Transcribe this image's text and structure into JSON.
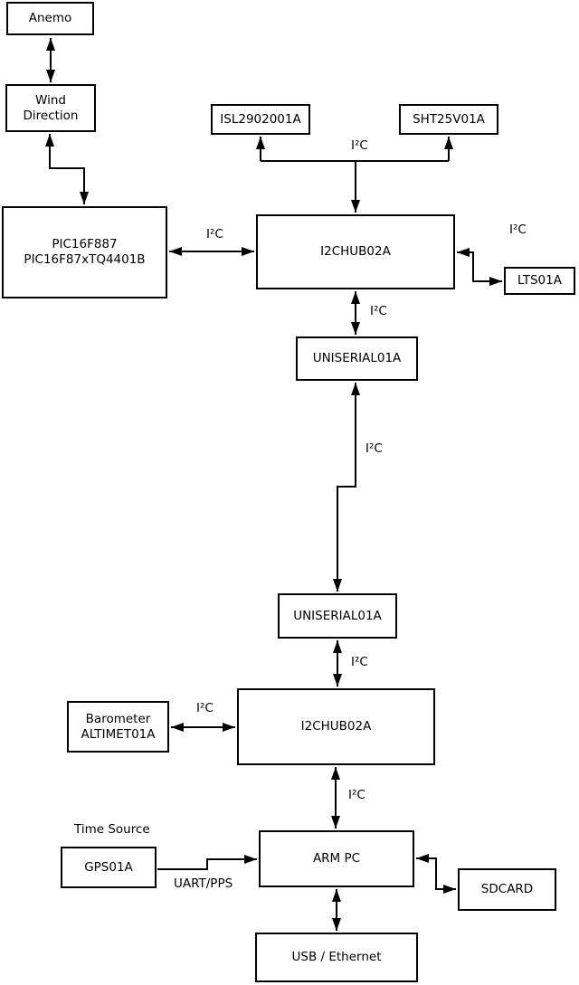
{
  "nodes": {
    "anemo": {
      "label": "Anemo"
    },
    "wind_direction": {
      "line1": "Wind",
      "line2": "Direction"
    },
    "pic": {
      "line1": "PIC16F887",
      "line2": "PIC16F87xTQ4401B"
    },
    "isl": {
      "label": "ISL2902001A"
    },
    "sht": {
      "label": "SHT25V01A"
    },
    "i2chub1": {
      "label": "I2CHUB02A"
    },
    "lts": {
      "label": "LTS01A"
    },
    "uniserial1": {
      "label": "UNISERIAL01A"
    },
    "uniserial2": {
      "label": "UNISERIAL01A"
    },
    "i2chub2": {
      "label": "I2CHUB02A"
    },
    "barometer": {
      "line1": "Barometer",
      "line2": "ALTIMET01A"
    },
    "gps": {
      "label": "GPS01A"
    },
    "armpc": {
      "label": "ARM PC"
    },
    "sdcard": {
      "label": "SDCARD"
    },
    "usb": {
      "label": "USB / Ethernet"
    }
  },
  "edge_labels": {
    "pic_hub1": "I²C",
    "hub1_sensors": "I²C",
    "hub1_lts": "I²C",
    "hub1_serial1": "I²C",
    "serial1_serial2": "I²C",
    "serial2_hub2": "I²C",
    "baro_hub2": "I²C",
    "hub2_arm": "I²C",
    "time_source": "Time Source",
    "gps_arm": "UART/PPS"
  },
  "colors": {
    "line": "#000000",
    "box_border": "#000000",
    "background": "#ffffff",
    "text": "#000000"
  }
}
